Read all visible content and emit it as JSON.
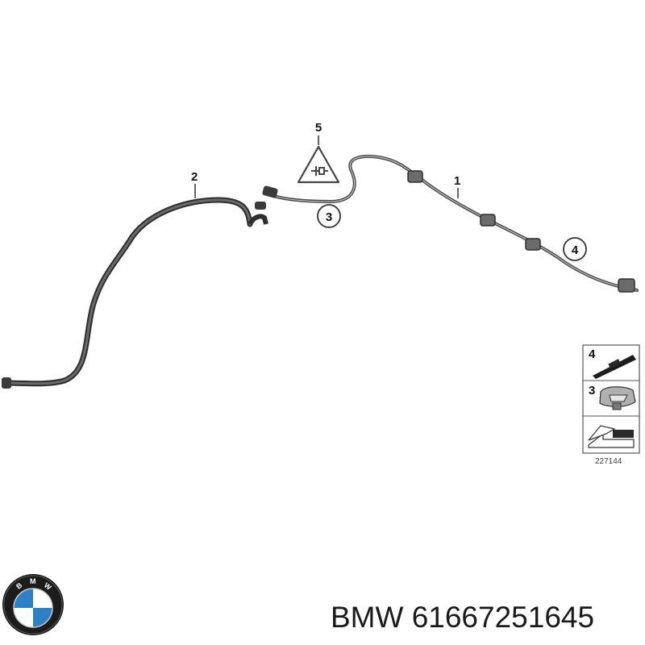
{
  "callouts": {
    "c1": "1",
    "c2": "2",
    "c3": "3",
    "c4": "4",
    "c5": "5"
  },
  "legend": {
    "row1": "4",
    "row2": "3"
  },
  "reference_number": "227144",
  "footer": {
    "brand": "BMW",
    "part_number": "61667251645",
    "text": "BMW 61667251645"
  },
  "logo": {
    "letters": [
      "B",
      "M",
      "W"
    ],
    "colors": {
      "ring": "#1c1c1c",
      "blue": "#2f7fc4",
      "white": "#ffffff"
    }
  },
  "colors": {
    "hose": "#4a4a4a",
    "line": "#333333"
  }
}
